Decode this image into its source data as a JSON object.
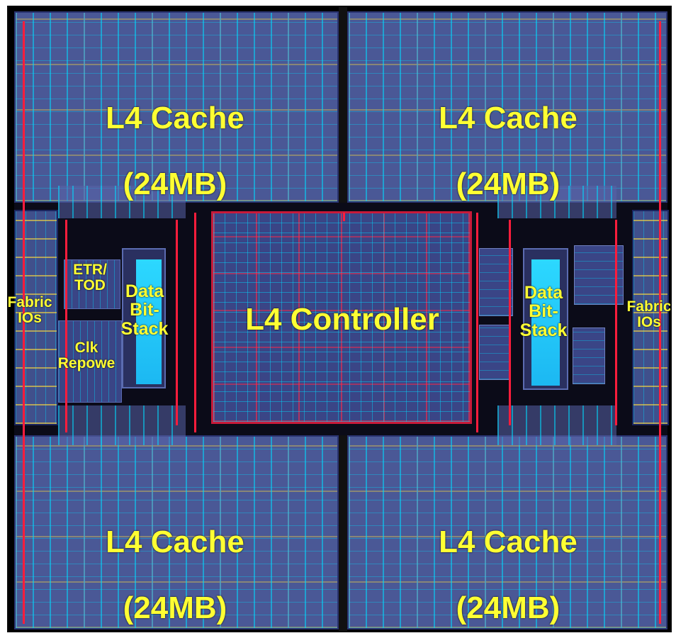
{
  "colors": {
    "label_text": "#ffff33",
    "cache_fill": "#4a5896",
    "grid_cyan": "#00dcff",
    "power_red": "#ff1d3c",
    "bitstack_cyan": "#2cd8ff"
  },
  "quadrants": [
    {
      "line1": "L4 Cache",
      "line2": "(24MB)"
    },
    {
      "line1": "L4 Cache",
      "line2": "(24MB)"
    },
    {
      "line1": "L4 Cache",
      "line2": "(24MB)"
    },
    {
      "line1": "L4 Cache",
      "line2": "(24MB)"
    }
  ],
  "controller": {
    "label": "L4 Controller"
  },
  "left": {
    "fabric": "Fabric\nIOs",
    "etr": "ETR/\nTOD",
    "clk": "Clk\nRepowe",
    "bitstack": "Data\nBit-\nStack"
  },
  "right": {
    "fabric": "Fabric\nIOs",
    "bitstack": "Data\nBit-\nStack"
  }
}
